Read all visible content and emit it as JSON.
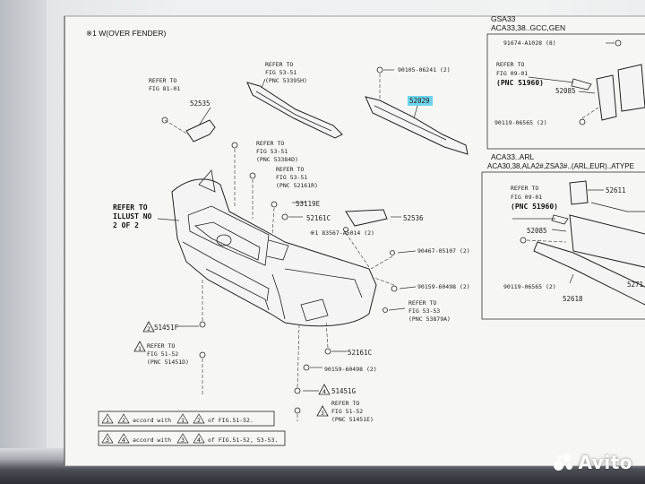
{
  "header_left": "※1 W(OVER FENDER)",
  "header_right_1": "GSA33",
  "header_right_2": "ACA33,38..GCC,GEN",
  "header_right_3": "ACA33..ARL",
  "header_right_4": "ACA30,38,ALA2#,ZSA3#..(ARL,EUR)..ATYPE",
  "refer_illust": [
    "REFER TO",
    "ILLUST NO",
    "2 OF 2"
  ],
  "labels": {
    "p52535": "52535",
    "refer_81_01": [
      "REFER TO",
      "FIG 81-01"
    ],
    "refer_53_51_a": [
      "REFER TO",
      "FIG 53-51",
      "(PNC 53395H)"
    ],
    "refer_53_51_b": [
      "REFER TO",
      "FIG 53-51",
      "(PNC 53384D)"
    ],
    "refer_53_51_c": [
      "REFER TO",
      "FIG 53-51",
      "(PNC 52161R)"
    ],
    "p90105": "90105-06241 (2)",
    "p52029": "52029",
    "p53119E": "53119E",
    "p52161C_a": "52161C",
    "p52536": "52536",
    "p83567": "※1 83567-A5014 (2)",
    "p90467": "90467-05107 (2)",
    "p90159_a": "90159-60498 (2)",
    "refer_53_53": [
      "REFER TO",
      "FIG 53-53",
      "(PNC 53879A)"
    ],
    "p51451F": "51451F",
    "refer_51_52_a": [
      "REFER TO",
      "FIG 51-52",
      "(PNC 51451D)"
    ],
    "p52161C_b": "52161C",
    "p90159_b": "90159-60498 (2)",
    "p51451G": "51451G",
    "refer_51_52_b": [
      "REFER TO",
      "FIG 51-52",
      "(PNC 51451E)"
    ],
    "r_91674": "91674-A1028 (8)",
    "r_refer_09_01_a": [
      "REFER TO",
      "FIG 09-01",
      "(PNC 51960)"
    ],
    "r_52085_a": "52085",
    "r_90119_a": "90119-06565 (2)",
    "r_refer_09_01_b": [
      "REFER TO",
      "FIG 09-01",
      "(PNC 51960)"
    ],
    "r_52611": "52611",
    "r_52085_b": "52085",
    "r_90119_b": "90119-06565 (2)",
    "r_52618": "52618",
    "r_5271": "5271"
  },
  "notes": {
    "n1_mark_a": "1",
    "n1_mark_b": "2",
    "n1_text": "accord with",
    "n1_ref_a": "1",
    "n1_ref_b": "2",
    "n1_tail": "of FIG.51-52.",
    "n2_mark_a": "3",
    "n2_mark_b": "4",
    "n2_text": "accord with",
    "n2_ref_a": "3",
    "n2_ref_b": "4",
    "n2_tail": "of FIG.51-52, 53-53."
  },
  "triangles": {
    "t1": "1",
    "t2": "2",
    "t3": "3",
    "t4": "4"
  },
  "watermark": "Avito",
  "colors": {
    "highlight": "#6fd3ea",
    "paper": "#f1f2f2",
    "ink": "#222222"
  }
}
